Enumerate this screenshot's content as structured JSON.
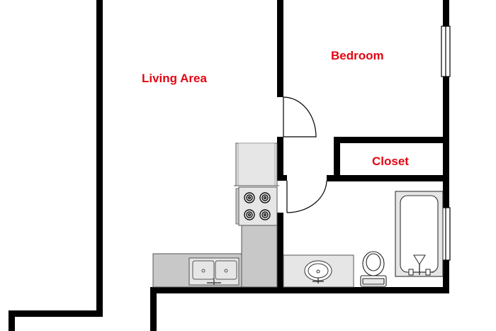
{
  "floorplan": {
    "rooms": [
      {
        "key": "living",
        "label": "Living Area"
      },
      {
        "key": "bedroom",
        "label": "Bedroom"
      },
      {
        "key": "closet",
        "label": "Closet"
      }
    ],
    "fixtures": [
      "refrigerator",
      "stove",
      "kitchen-counter",
      "double-sink",
      "vanity-sink",
      "toilet",
      "bathtub"
    ],
    "doors": [
      "bedroom-door",
      "bathroom-door"
    ],
    "windows": [
      "bedroom-window",
      "bathroom-window"
    ]
  },
  "colors": {
    "wall": "#000000",
    "label": "#e30613",
    "fixture_fill": "#c8c8c8",
    "fixture_light": "#e6e6e6",
    "fixture_stroke": "#555555",
    "background": "#ffffff"
  }
}
